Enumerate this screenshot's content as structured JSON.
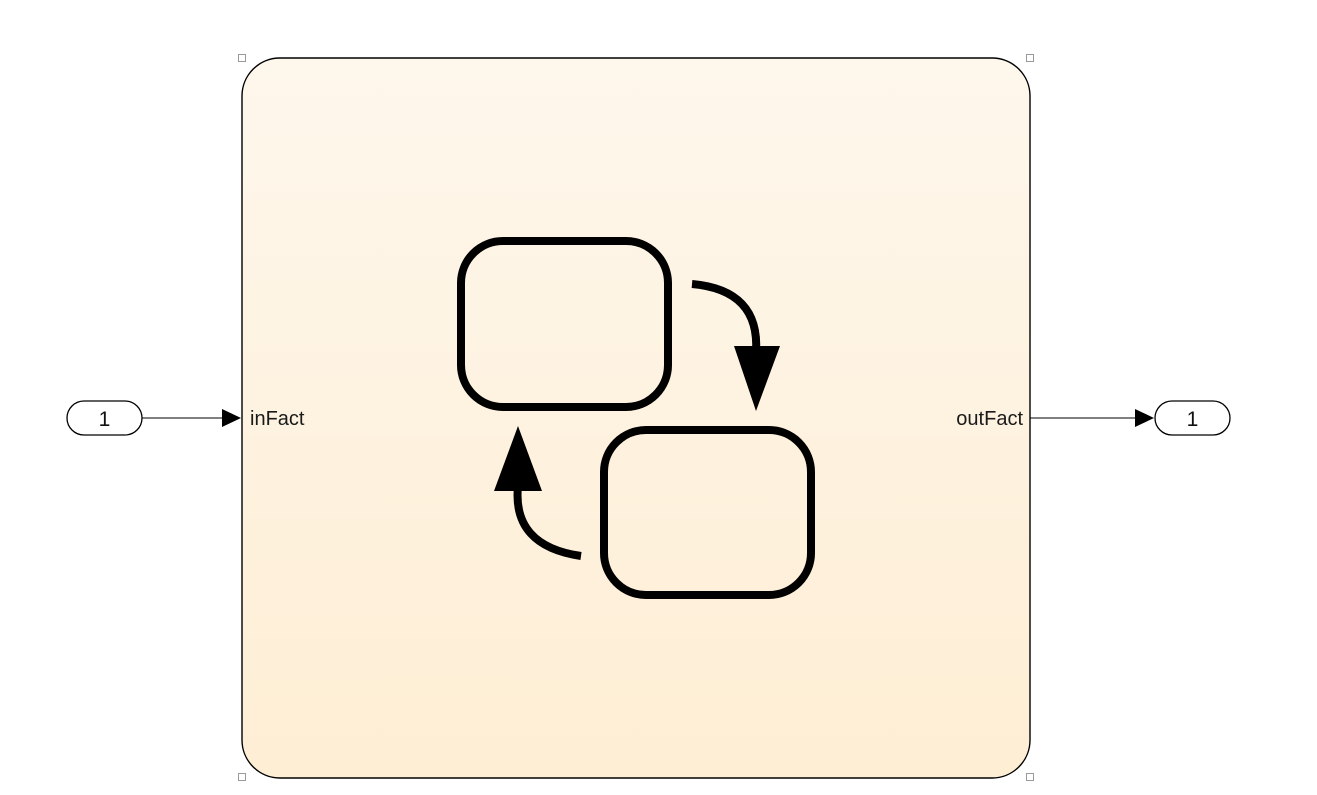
{
  "diagram": {
    "inport": {
      "number": "1"
    },
    "outport": {
      "number": "1"
    },
    "chart_block": {
      "input_port_label": "inFact",
      "output_port_label": "outFact",
      "icon": "stateflow-chart-icon"
    }
  },
  "colors": {
    "block_fill_top": "#fef7ec",
    "block_fill_bottom": "#feeed4",
    "stroke": "#000000",
    "handle": "#9a9a9a"
  }
}
